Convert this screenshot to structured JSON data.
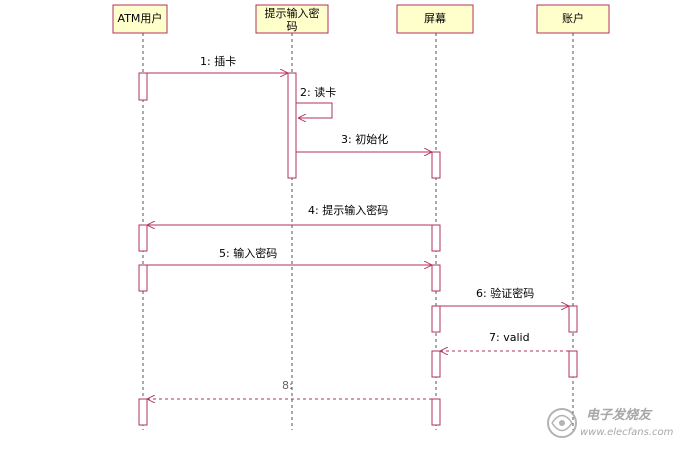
{
  "diagram": {
    "type": "uml-sequence",
    "colors": {
      "box_fill": "#ffffcc",
      "box_stroke": "#b03060",
      "line": "#b03060",
      "text": "#000000",
      "lifeline": "#555555"
    },
    "lifelines": [
      {
        "id": "atm_user",
        "label_lines": [
          "ATM用户"
        ]
      },
      {
        "id": "prompt_pin",
        "label_lines": [
          "提示输入密",
          "码"
        ]
      },
      {
        "id": "screen",
        "label_lines": [
          "屏幕"
        ]
      },
      {
        "id": "account",
        "label_lines": [
          "账户"
        ]
      }
    ],
    "messages": [
      {
        "label": "1: 插卡",
        "from": "atm_user",
        "to": "prompt_pin",
        "style": "sync"
      },
      {
        "label": "2: 读卡",
        "from": "prompt_pin",
        "to": "prompt_pin",
        "style": "self"
      },
      {
        "label": "3: 初始化",
        "from": "prompt_pin",
        "to": "screen",
        "style": "sync"
      },
      {
        "label": "4: 提示输入密码",
        "from": "screen",
        "to": "atm_user",
        "style": "sync"
      },
      {
        "label": "5: 输入密码",
        "from": "atm_user",
        "to": "screen",
        "style": "sync"
      },
      {
        "label": "6: 验证密码",
        "from": "screen",
        "to": "account",
        "style": "sync"
      },
      {
        "label": "7: valid",
        "from": "account",
        "to": "screen",
        "style": "return"
      },
      {
        "label": "8:",
        "from": "screen",
        "to": "atm_user",
        "style": "return"
      }
    ]
  },
  "watermark": {
    "text": "电子发烧友",
    "url": "www.elecfans.com"
  }
}
